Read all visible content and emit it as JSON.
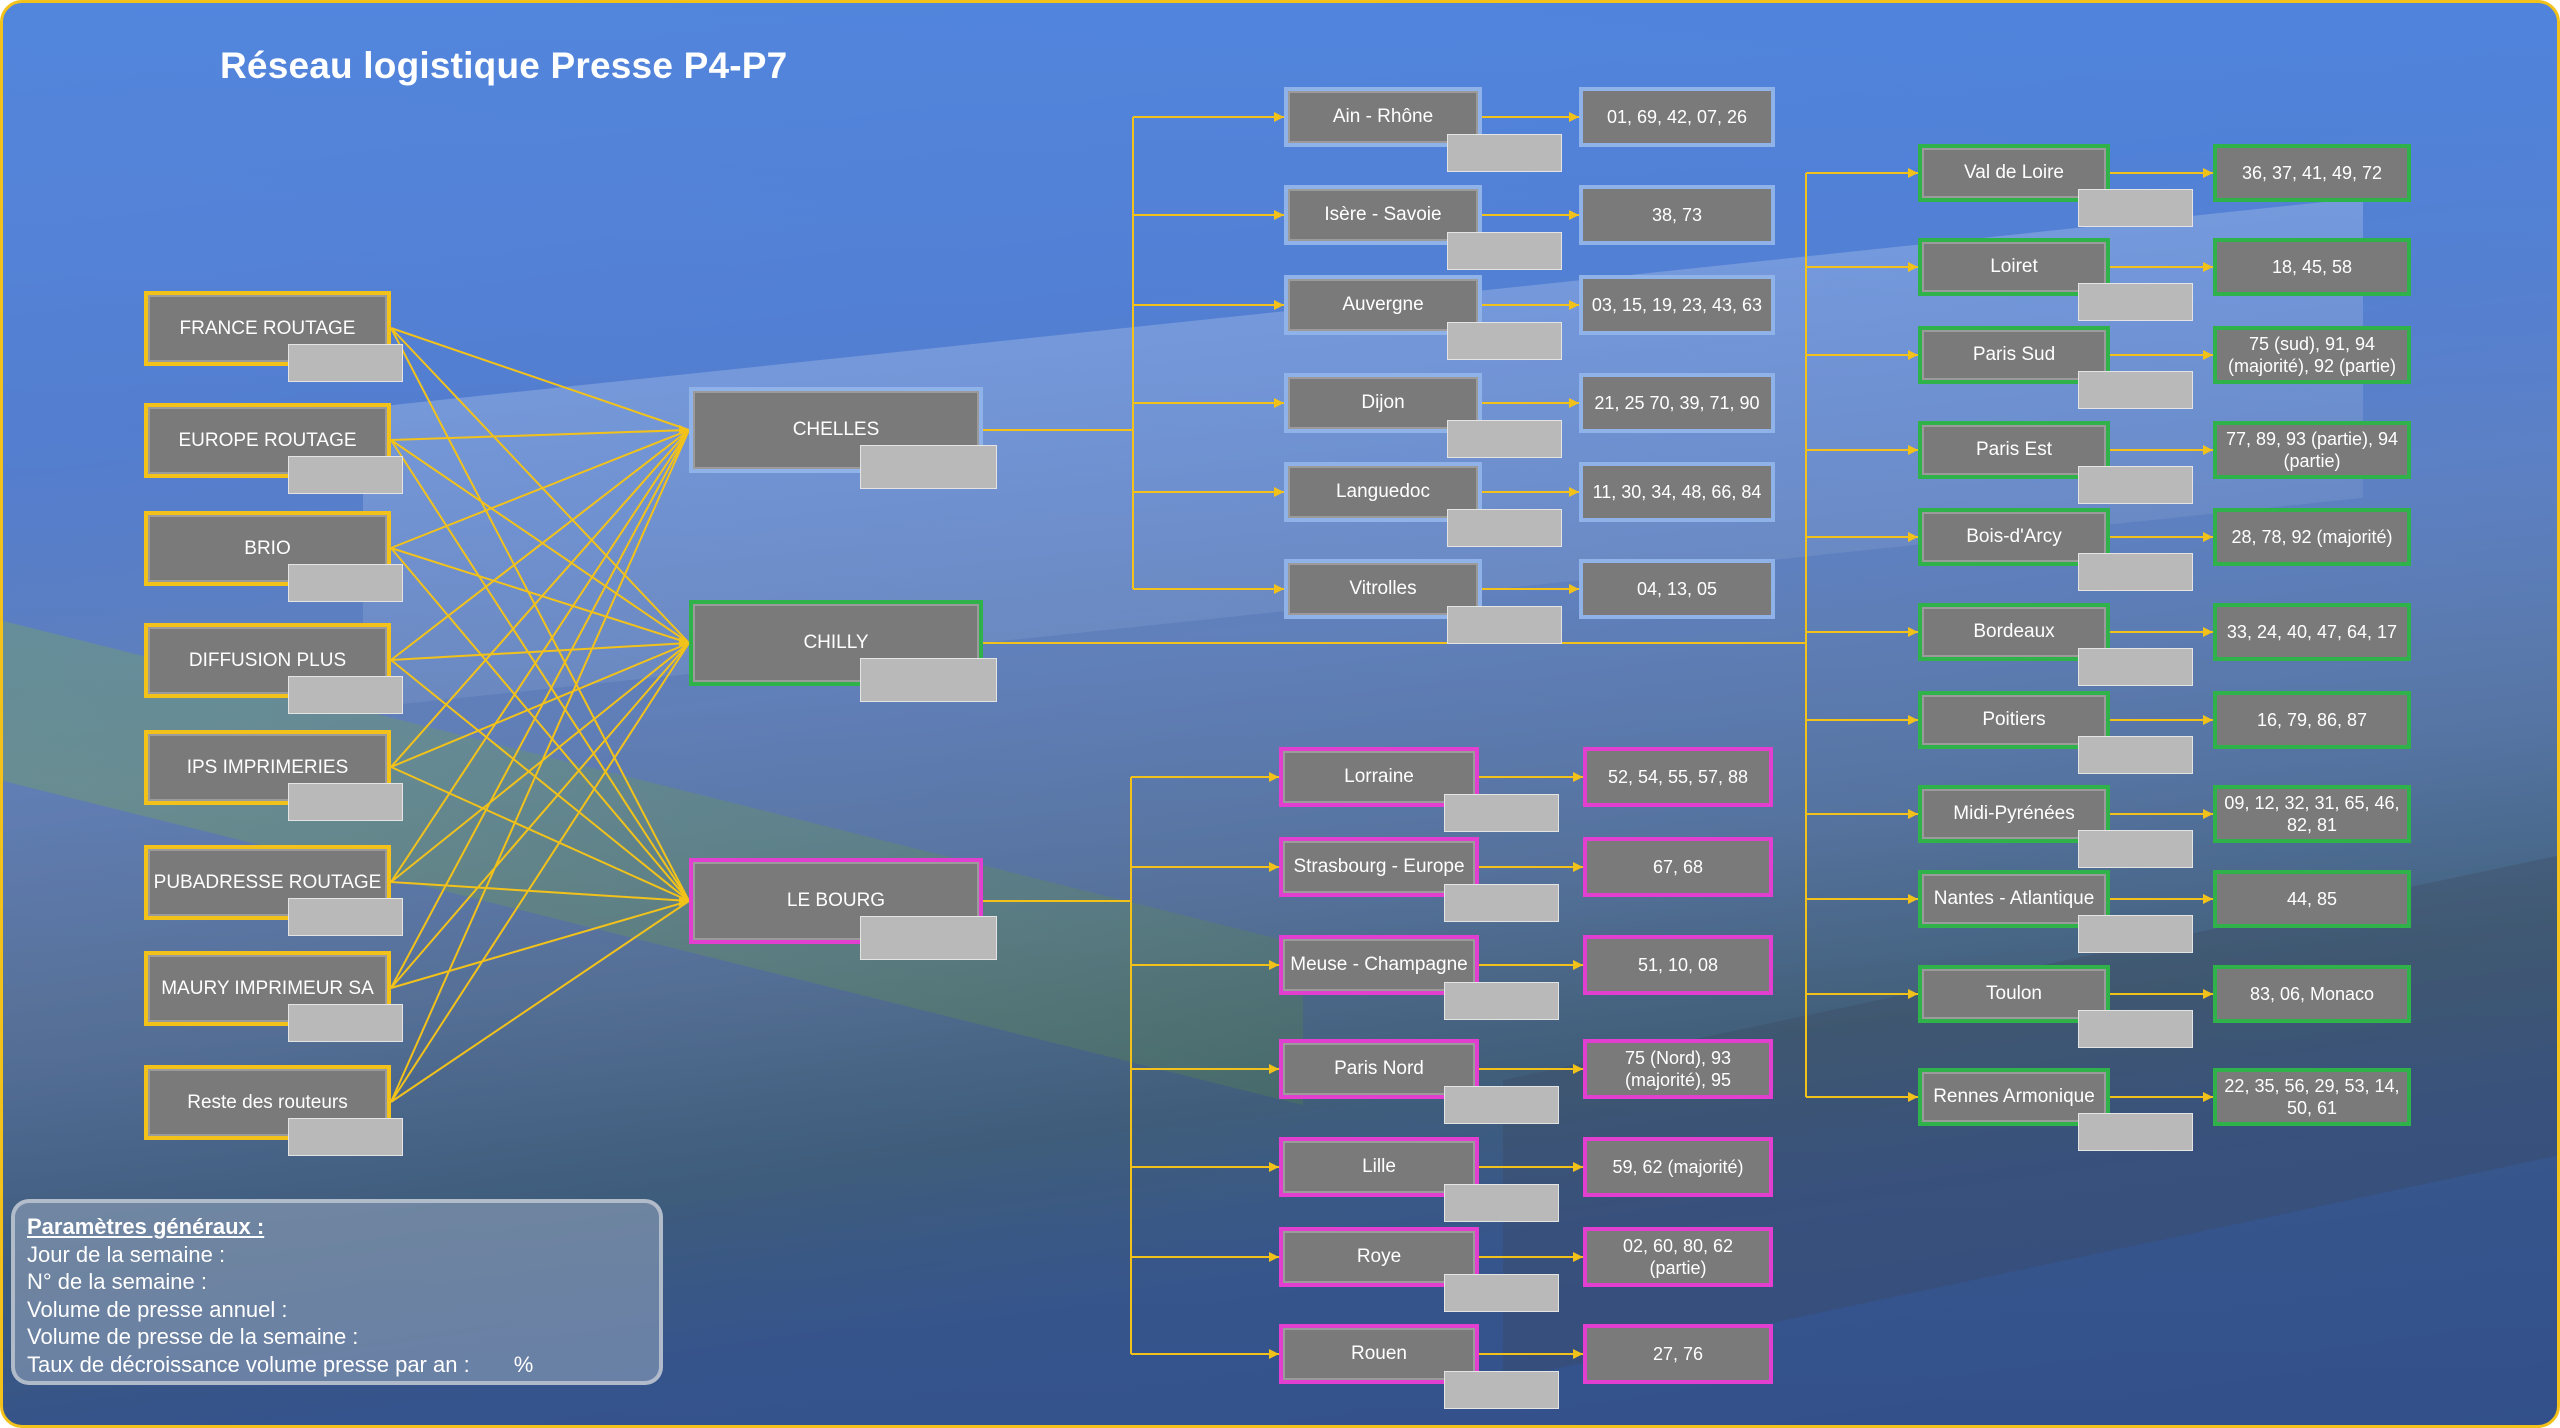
{
  "title": "Réseau logistique Presse P4-P7",
  "colors": {
    "line": "#f2c21b",
    "yellow": "#f2c21b",
    "blue": "#8fb3e8",
    "green": "#2fb24a",
    "pink": "#e23fd0",
    "box": "#7a7a7a",
    "tag": "#b9b9b9"
  },
  "sources": [
    "FRANCE ROUTAGE",
    "EUROPE ROUTAGE",
    "BRIO",
    "DIFFUSION PLUS",
    "IPS IMPRIMERIES",
    "PUBADRESSE ROUTAGE",
    "MAURY IMPRIMEUR SA",
    "Reste des routeurs"
  ],
  "hubs": [
    "CHELLES",
    "CHILLY",
    "LE BOURG"
  ],
  "chelles_regions": [
    {
      "name": "Ain - Rhône",
      "codes": "01, 69, 42, 07, 26"
    },
    {
      "name": "Isère - Savoie",
      "codes": "38, 73"
    },
    {
      "name": "Auvergne",
      "codes": "03, 15, 19, 23, 43, 63"
    },
    {
      "name": "Dijon",
      "codes": "21, 25 70, 39, 71, 90"
    },
    {
      "name": "Languedoc",
      "codes": "11, 30, 34, 48, 66, 84"
    },
    {
      "name": "Vitrolles",
      "codes": "04, 13, 05"
    }
  ],
  "bourg_regions": [
    {
      "name": "Lorraine",
      "codes": "52, 54, 55, 57, 88"
    },
    {
      "name": "Strasbourg - Europe",
      "codes": "67, 68"
    },
    {
      "name": "Meuse - Champagne",
      "codes": "51, 10, 08"
    },
    {
      "name": "Paris Nord",
      "codes": "75 (Nord), 93 (majorité), 95"
    },
    {
      "name": "Lille",
      "codes": "59, 62 (majorité)"
    },
    {
      "name": "Roye",
      "codes": "02, 60, 80, 62 (partie)"
    },
    {
      "name": "Rouen",
      "codes": "27, 76"
    }
  ],
  "chilly_regions": [
    {
      "name": "Val de Loire",
      "codes": "36, 37, 41, 49, 72"
    },
    {
      "name": "Loiret",
      "codes": "18, 45, 58"
    },
    {
      "name": "Paris Sud",
      "codes": "75 (sud), 91, 94 (majorité), 92 (partie)"
    },
    {
      "name": "Paris Est",
      "codes": "77, 89, 93 (partie), 94 (partie)"
    },
    {
      "name": "Bois-d'Arcy",
      "codes": "28, 78, 92 (majorité)"
    },
    {
      "name": "Bordeaux",
      "codes": "33, 24, 40, 47, 64, 17"
    },
    {
      "name": "Poitiers",
      "codes": "16, 79, 86, 87"
    },
    {
      "name": "Midi-Pyrénées",
      "codes": "09, 12, 32, 31, 65, 46, 82, 81"
    },
    {
      "name": "Nantes - Atlantique",
      "codes": "44, 85"
    },
    {
      "name": "Toulon",
      "codes": "83, 06, Monaco"
    },
    {
      "name": "Rennes Armonique",
      "codes": "22, 35, 56, 29, 53, 14, 50, 61"
    }
  ],
  "params": {
    "title": "Paramètres généraux :",
    "day": "Jour de la semaine :",
    "week": "N° de la semaine :",
    "annual": "Volume de presse annuel :",
    "weekly": "Volume de presse de la semaine :",
    "decay": "Taux de décroissance volume presse par an :",
    "pct": "%"
  }
}
